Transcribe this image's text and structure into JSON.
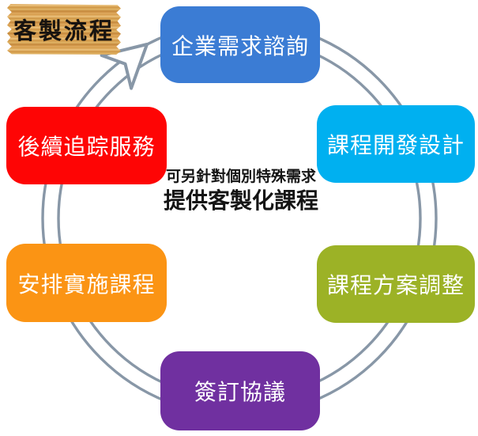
{
  "sign": {
    "label": "客製流程"
  },
  "center_note": {
    "line1": "可另針對個別特殊需求",
    "line2": "提供客製化課程"
  },
  "steps": [
    {
      "label": "企業需求諮詢",
      "position": "top",
      "color": "#3b7cd4"
    },
    {
      "label": "課程開發設計",
      "position": "upper-right",
      "color": "#00b0f0"
    },
    {
      "label": "課程方案調整",
      "position": "lower-right",
      "color": "#9cb226"
    },
    {
      "label": "簽訂協議",
      "position": "bottom",
      "color": "#7030a0"
    },
    {
      "label": "安排實施課程",
      "position": "lower-left",
      "color": "#fb9414"
    },
    {
      "label": "後續追踪服務",
      "position": "upper-left",
      "color": "#fe0505"
    }
  ],
  "ring": {
    "color": "#8897a7",
    "direction": "clockwise",
    "arrow_icon": "curved-arrow-head"
  },
  "text_color": "#141414",
  "background_color": "#ffffff"
}
